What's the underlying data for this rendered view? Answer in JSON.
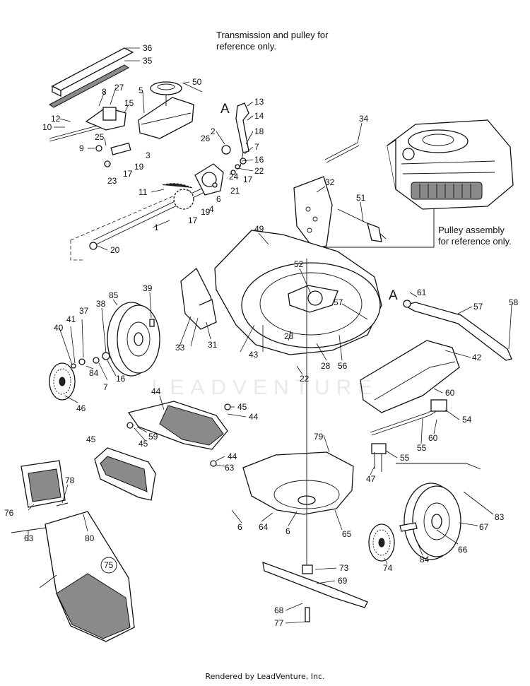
{
  "notes": {
    "transmission": "Transmission and pulley for\nreference only.",
    "pulley_assembly": "Pulley assembly\nfor reference only."
  },
  "markers": {
    "a_top": "A",
    "a_right": "A",
    "circled": "75"
  },
  "watermark": "LEADVENTURE",
  "footer": "Rendered by LeadVenture, Inc.",
  "callouts": [
    "36",
    "35",
    "50",
    "8",
    "27",
    "5",
    "15",
    "12",
    "10",
    "9",
    "25",
    "3",
    "17",
    "19",
    "23",
    "13",
    "14",
    "2",
    "18",
    "26",
    "7",
    "16",
    "22",
    "24",
    "17",
    "21",
    "6",
    "4",
    "11",
    "19",
    "17",
    "1",
    "20",
    "34",
    "32",
    "51",
    "49",
    "52",
    "39",
    "85",
    "38",
    "37",
    "41",
    "40",
    "33",
    "31",
    "28",
    "43",
    "28",
    "56",
    "57",
    "61",
    "57",
    "58",
    "42",
    "22",
    "16",
    "7",
    "84",
    "46",
    "44",
    "45",
    "44",
    "45",
    "59",
    "60",
    "54",
    "55",
    "60",
    "55",
    "47",
    "45",
    "44",
    "63",
    "79",
    "78",
    "76",
    "80",
    "63",
    "6",
    "64",
    "6",
    "65",
    "83",
    "67",
    "66",
    "84",
    "74",
    "73",
    "69",
    "68",
    "77"
  ]
}
